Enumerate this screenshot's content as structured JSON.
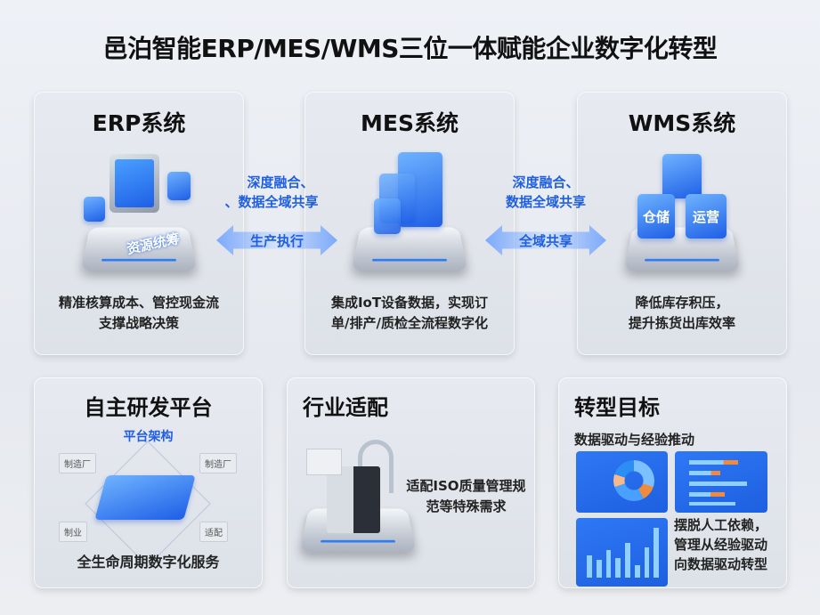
{
  "title": "邑泊智能ERP/MES/WMS三位一体赋能企业数字化转型",
  "systems": [
    {
      "title": "ERP系统",
      "icon_label": "资源统筹",
      "desc1": "精准核算成本、管控现金流",
      "desc2": "支撑战略决策"
    },
    {
      "title": "MES系统",
      "desc1": "集成IoT设备数据，实现订",
      "desc2": "单/排产/质检全流程数字化"
    },
    {
      "title": "WMS系统",
      "icon_label_1": "仓储",
      "icon_label_2": "运营",
      "desc1": "降低库存积压，",
      "desc2": "提升拣货出库效率"
    }
  ],
  "links": [
    {
      "top1": "深度融合、",
      "top2": "、数据全域共享",
      "arrow": "生产执行"
    },
    {
      "top1": "深度融合、",
      "top2": "数据全域共享",
      "arrow": "全域共享"
    }
  ],
  "platform": {
    "title": "自主研发平台",
    "subtitle": "平台架构",
    "tags": [
      "制造厂",
      "制造厂",
      "制业",
      "适配"
    ],
    "desc": "全生命周期数字化服务"
  },
  "industry": {
    "title": "行业适配",
    "desc1": "适配ISO质量管理规",
    "desc2": "范等特殊需求"
  },
  "goal": {
    "title": "转型目标",
    "subtitle": "数据驱动与经验推动",
    "desc1": "摆脱人工依赖，",
    "desc2": "管理从经验驱动",
    "desc3": "向数据驱动转型"
  },
  "colors": {
    "accent": "#1f5fe0",
    "orange": "#f08a3c"
  }
}
